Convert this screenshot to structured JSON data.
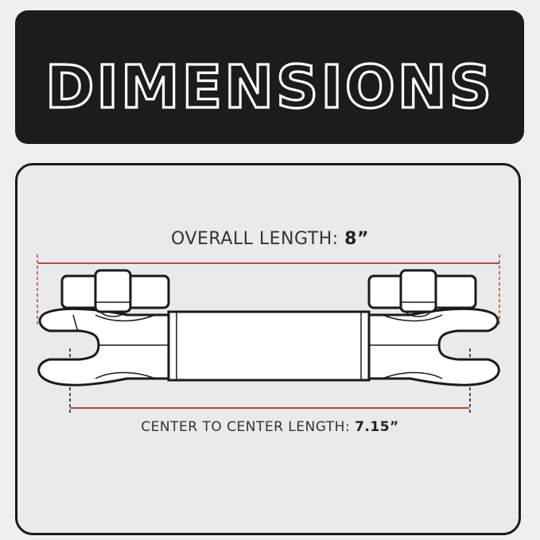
{
  "banner": {
    "title": "DIMENSIONS"
  },
  "dimensions": {
    "overall_label": "OVERALL LENGTH:",
    "overall_value": "8”",
    "center_label": "CENTER TO CENTER LENGTH:",
    "center_value": "7.15”"
  },
  "colors": {
    "banner_bg": "#1c1c1c",
    "dimension_line": "#b5463b",
    "outline": "#1a1a1a"
  }
}
